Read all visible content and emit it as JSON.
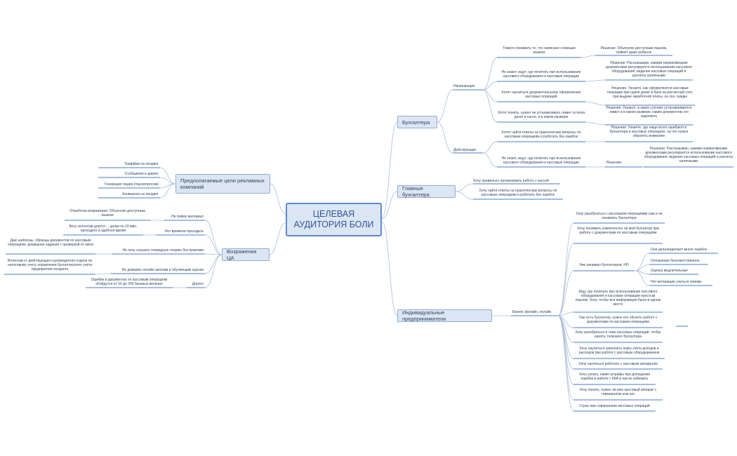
{
  "central": {
    "label": "ЦЕЛЕВАЯ АУДИТОРИЯ БОЛИ"
  },
  "branches": {
    "accountant": {
      "label": "Бухгалтера",
      "beginners": {
        "label": "Начинающие",
        "items": [
          {
            "text": "Тяжело понимать то, что написано сложным языком",
            "solution": "Решение: Объясняю доступным языком, поймет даже ребенок"
          },
          {
            "text": "Не знают, ищут, где почитать про использование кассового оборудования и кассовые операции",
            "solution": "Решение: Рассказываю, какими нормативными документами регулируется использование кассового оборудования, ведение кассовых операций и расчеты наличными"
          },
          {
            "text": "Хотят научиться документальному оформлению кассовых операций",
            "solution": "Решение: Узнаете, как оформляются кассовые операции при сдаче денег в банк на расчетный счет, при выдаче заработной платы, на хоз. нужды"
          },
          {
            "text": "Хотят понять, нужно ли устанавливать лимит остатка денег в кассе, и в каком размере",
            "solution": "Решение: Узнаете, в каких случаях устанавливается лимит и в каком размере, каким документом это закрепить"
          }
        ]
      },
      "active": {
        "label": "Действующие",
        "items": [
          {
            "text": "Хотят найти ответы на практические вопросы по кассовым операциям и работать без ошибок",
            "solution": "Решение: Узнаете, где чаще всего ошибаются бухгалтера в кассовых операциях, на что нужно обратить внимание"
          },
          {
            "text": "Не знают, ищут, где почитать про использование кассового оборудования и кассовые операции",
            "solution_label": "Решение:",
            "solution": "Решение: Рассказываю, какими нормативными документами регулируется использование кассового оборудования, ведение кассовых операций и расчеты наличными"
          }
        ]
      }
    },
    "chief": {
      "label": "Главные бухгалтера",
      "items": [
        "Хочу правильно организовать работу с кассой",
        "Хочу найти ответы на практические вопросы по кассовым операциям и работать без ошибок"
      ]
    },
    "entrepreneurs": {
      "label": "Индивидуальные предприниматели",
      "sub_label": "Бизнес фолайн, онлайн",
      "items": [
        "Хочу разобраться с кассовыми операциями сам и не нанимать бухгалтера",
        "Хочу понимать компетентен ли мой бухгалтер при работе с документами по кассовым операциям",
        "Уже нанимал бухгалтеров, НО",
        "Ищу, где почитать про использование кассового оборудования и кассовые операции простым языком. Хочу, чтобы вся информация была в одном месте",
        "Уже есть бухгалтер, нужно его обучить работе с документами по кассовым операциям",
        "Хочу разобраться в теме кассовых операций, чтобы нанять толкового бухгалтера",
        "Хочу научиться заполнять книгу учета доходов и расходов при работе с кассовым оборудованием",
        "Хочу научиться работать с кассовым аппаратом",
        "Хочу узнать, какие штрафы при допущении ошибок в работе с ККА и как их избежать",
        "Хочу понять, нужен ли мне кассовый аппарат с терминалом или нет",
        "Страх при совершении кассовых операций"
      ],
      "hired_sub": [
        "Они делали/делают много ошибок",
        "Отношение безответственное",
        "Оценка медлительные",
        "Нет мотивации учиться новому"
      ]
    },
    "goals": {
      "label": "Предполагаемые цели рекламных компаний",
      "items": [
        "Траффик на лендинг",
        "Сообщения в директ",
        "Генерация лидов (под вопросом)",
        "Конверсия на лендинг"
      ]
    },
    "objections": {
      "label": "Возражения ЦА",
      "items": [
        {
          "text": "Не пойму материал",
          "answer": "Отработка возражения: Объясняю доступным языком"
        },
        {
          "text": "Нет времени проходить",
          "answer": "Весь интенсив длится ... уроки по 10 мин. проходите в удобное время"
        },
        {
          "text": "Не хочу слушать очередную теорию без практики",
          "answer": "Даю шаблоны, образцы документов по кассовым операциям, домашние задания с проверкой от меня"
        },
        {
          "text": "Не доверяю онлайн школам и обучающим курсам",
          "answer": "Интенсив от действующего руководителя отдела по налоговому учету управления бухгалтерского учета предприятия холдинга"
        },
        {
          "text": "Дорого",
          "answer": "Ошибки в документах по кассовым операциям обойдутся от 50 до 200 базовых величин"
        }
      ]
    }
  }
}
